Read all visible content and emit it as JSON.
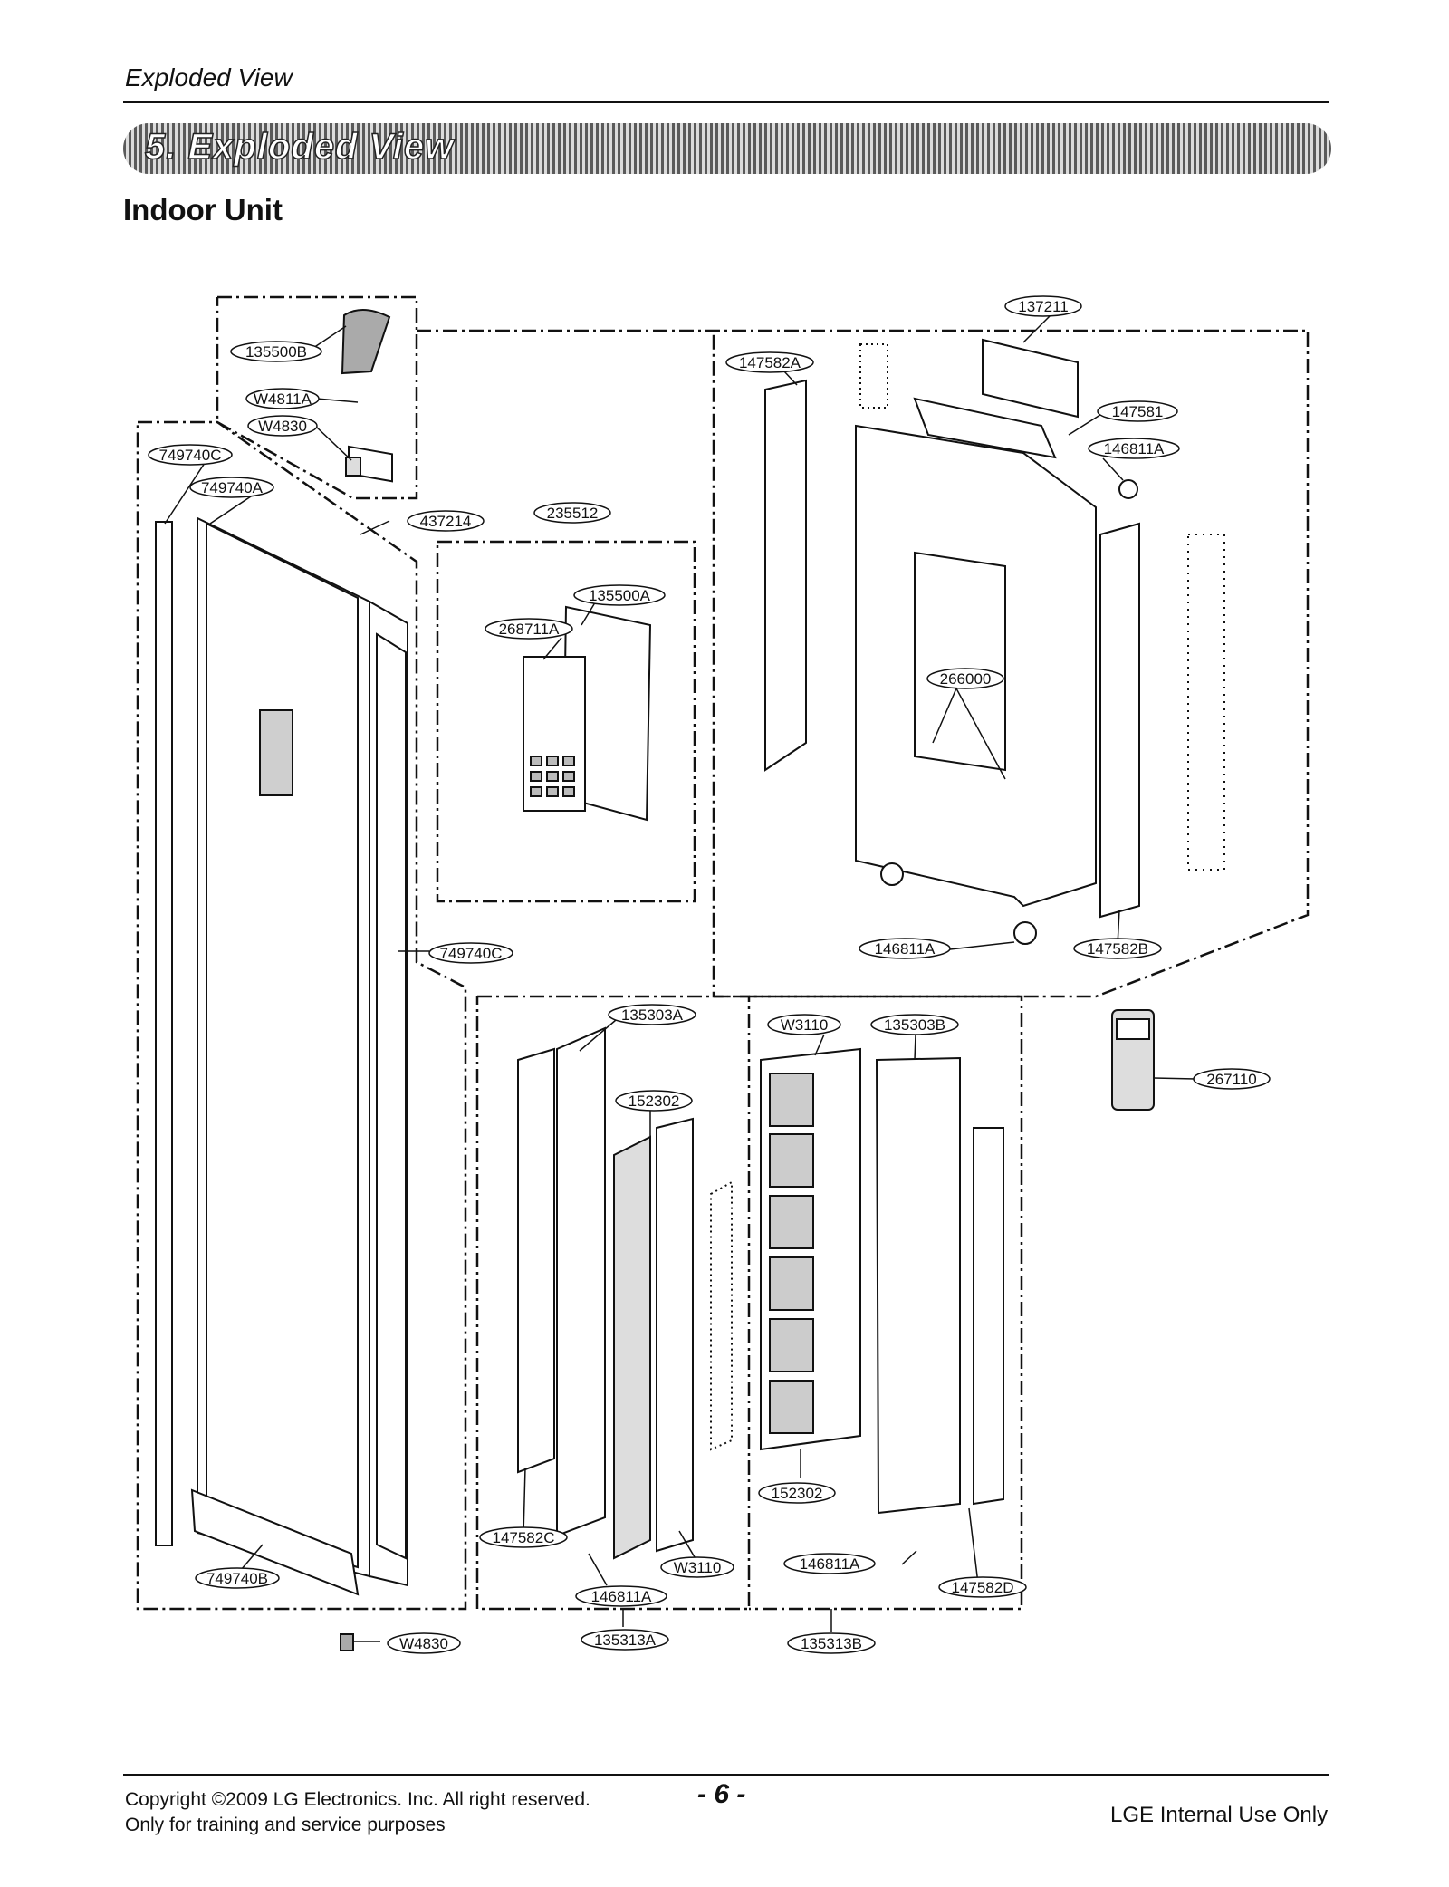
{
  "header": {
    "title": "Exploded View"
  },
  "banner": {
    "text": "5. Exploded View"
  },
  "section_title": "Indoor Unit",
  "parts": {
    "p135500B": "135500B",
    "pW4811A": "W4811A",
    "pW4830a": "W4830",
    "p749740C_a": "749740C",
    "p749740A": "749740A",
    "p437214": "437214",
    "p235512": "235512",
    "p135500A": "135500A",
    "p268711A": "268711A",
    "p137211": "137211",
    "p147582A": "147582A",
    "p147581": "147581",
    "p146811A_a": "146811A",
    "p266000": "266000",
    "p749740C_b": "749740C",
    "p146811A_b": "146811A",
    "p147582B": "147582B",
    "p135303A": "135303A",
    "pW3110_a": "W3110",
    "p135303B": "135303B",
    "p267110": "267110",
    "p152302_a": "152302",
    "p152302_b": "152302",
    "p147582C": "147582C",
    "pW3110_b": "W3110",
    "p146811A_c": "146811A",
    "p146811A_d": "146811A",
    "p147582D": "147582D",
    "p749740B": "749740B",
    "pW4830b": "W4830",
    "p135313A": "135313A",
    "p135313B": "135313B"
  },
  "footer": {
    "copyright": "Copyright ©2009 LG Electronics. Inc. All right reserved.",
    "purpose": "Only for training and service purposes",
    "page": "- 6 -",
    "notice": "LGE Internal Use Only"
  }
}
